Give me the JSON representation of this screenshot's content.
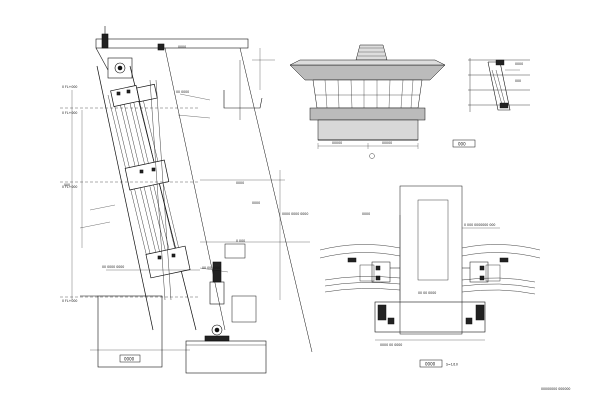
{
  "sheet": {
    "title_block_text": "00000000 000000",
    "scale_note": "S=1:10"
  },
  "views": {
    "section_left": {
      "title": "0000",
      "level_labels": [
        "0 FL+000",
        "0 FL+000",
        "0 FL+000",
        "0 FL+000"
      ],
      "dims": [
        "0000",
        "0000",
        "0 000",
        "000",
        "0000"
      ],
      "notes": [
        "00 0000 0000",
        "00 0000",
        "0000 0000 0000",
        "00 00 0000"
      ]
    },
    "elevation": {
      "title": "000",
      "dims": [
        "00000",
        "00000"
      ]
    },
    "plan": {
      "title": "0000",
      "scale": "S=1/10",
      "notes": [
        "0000",
        "0 000 0000000 000",
        "00 00 0000",
        "0000 00 0000"
      ]
    },
    "detail_small": {
      "notes": [
        "0000",
        "000"
      ]
    }
  }
}
